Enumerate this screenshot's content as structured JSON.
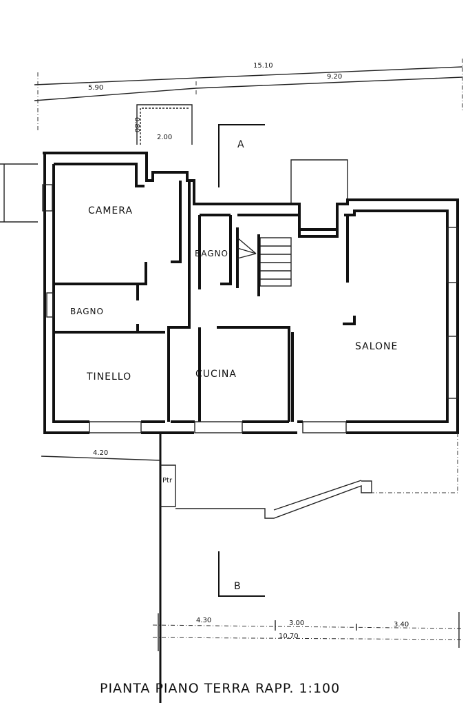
{
  "drawing": {
    "title": "PIANTA PIANO TERRA RAPP. 1:100",
    "rooms": {
      "camera": "CAMERA",
      "bagno_left": "BAGNO",
      "bagno_middle": "BAGNO",
      "tinello": "TINELLO",
      "cucina": "CUCINA",
      "salone": "SALONE"
    },
    "section_markers": {
      "top": "A",
      "bottom": "B"
    },
    "dimensions": {
      "total_top": "15.10",
      "left_top": "5.90",
      "right_top": "9.20",
      "balcony_width": "2.00",
      "balcony_depth": "0.80",
      "left_bottom": "4.20",
      "bottom_1": "4.30",
      "bottom_2": "3.00",
      "bottom_3": "3.40",
      "total_bottom": "10.70"
    },
    "small_room_label": "Ptr"
  }
}
